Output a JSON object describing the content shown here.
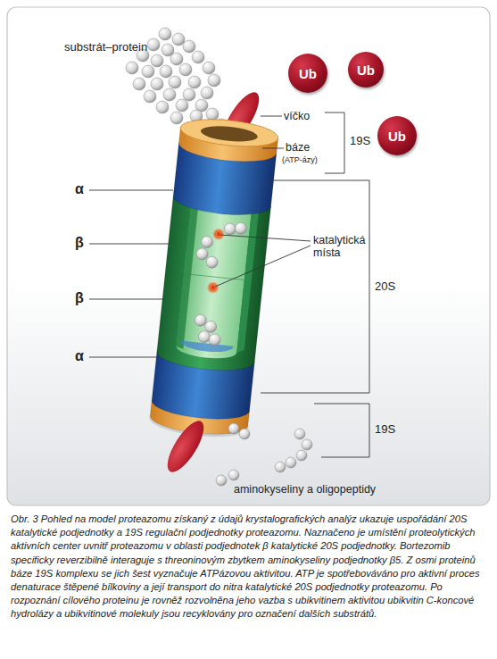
{
  "diagram": {
    "caption": "Obr. 3 Pohled na model proteazomu získaný z údajů krystalografických analýz ukazuje uspořádání 20S katalytické podjednotky a 19S regulační podjednotky proteazomu. Naznačeno je umístění proteolytických aktivních center uvnitř proteazomu v oblasti podjednotek β katalytické 20S podjednotky. Bortezomib specificky reverzibilně interaguje s threoninovým zbytkem aminokyseliny podjednotky β5. Z osmi proteinů báze 19S komplexu se jich šest vyznačuje ATPázovou aktivitou. ATP je spotřebováváno pro aktivní proces denaturace štěpené bílkoviny a její transport do nitra katalytické 20S podjednotky proteazomu. Po rozpoznání cílového proteinu je rovněž rozvolněna jeho vazba s ubikvitinem aktivitou ubikvitin C-koncové hydrolázy a ubikvitinové molekuly jsou recyklovány pro označení dalších substrátů.",
    "nodes": [
      {
        "text": [
          "Ub"
        ]
      },
      {
        "text": [
          "Ub"
        ]
      },
      {
        "text": [
          "Ub"
        ]
      }
    ],
    "labels": [
      "substrát–protein",
      "víčko",
      "báze",
      "(ATP-ázy)",
      "19S",
      "α",
      "β",
      "β",
      "α",
      "katalytická místa",
      "20S",
      "19S",
      "aminokyseliny a oligopeptidy"
    ]
  }
}
